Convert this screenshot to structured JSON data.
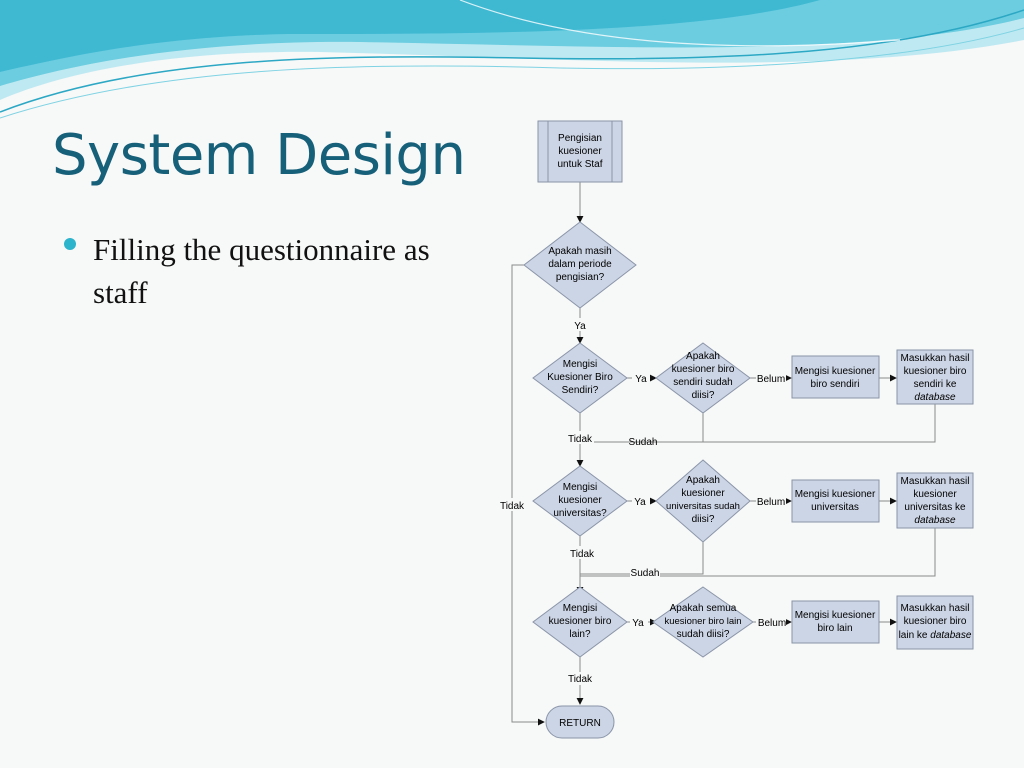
{
  "slide": {
    "title": "System Design",
    "bullet": "Filling the questionnaire as staff"
  },
  "colors": {
    "title": "#17607a",
    "bullet": "#2cb4cc",
    "shape_fill": "#ccd5e5",
    "shape_stroke": "#8a95a8",
    "wave_light": "#bfe9f2",
    "wave_dark": "#3fb9d2"
  },
  "flowchart": {
    "start": [
      "Pengisian",
      "kuesioner",
      "untuk Staf"
    ],
    "d_period": [
      "Apakah masih",
      "dalam periode",
      "pengisian?"
    ],
    "d_biro": [
      "Mengisi",
      "Kuesioner Biro",
      "Sendiri?"
    ],
    "d_biro_filled": [
      "Apakah",
      "kuesioner biro",
      "sendiri sudah",
      "diisi?"
    ],
    "p_biro_fill": [
      "Mengisi kuesioner",
      "biro sendiri"
    ],
    "p_biro_save": [
      "Masukkan hasil",
      "kuesioner biro",
      "sendiri ke",
      "database"
    ],
    "d_univ": [
      "Mengisi",
      "kuesioner",
      "universitas?"
    ],
    "d_univ_filled": [
      "Apakah",
      "kuesioner",
      "universitas sudah",
      "diisi?"
    ],
    "p_univ_fill": [
      "Mengisi kuesioner",
      "universitas"
    ],
    "p_univ_save": [
      "Masukkan hasil",
      "kuesioner",
      "universitas ke",
      "database"
    ],
    "d_other": [
      "Mengisi",
      "kuesioner biro",
      "lain?"
    ],
    "d_other_filled": [
      "Apakah semua",
      "kuesioner biro lain",
      "sudah diisi?"
    ],
    "p_other_fill": [
      "Mengisi kuesioner",
      "biro lain"
    ],
    "p_other_save": [
      "Masukkan hasil",
      "kuesioner biro",
      "lain ke database"
    ],
    "end": "RETURN",
    "edge_labels": {
      "ya_period": "Ya",
      "ya_biro": "Ya",
      "belum_biro": "Belum",
      "tidak_biro": "Tidak",
      "sudah_biro": "Sudah",
      "tidak_period": "Tidak",
      "ya_univ": "Ya",
      "belum_univ": "Belum",
      "tidak_univ": "Tidak",
      "sudah_univ": "Sudah",
      "ya_other": "Ya",
      "belum_other": "Belum",
      "tidak_other": "Tidak"
    }
  }
}
